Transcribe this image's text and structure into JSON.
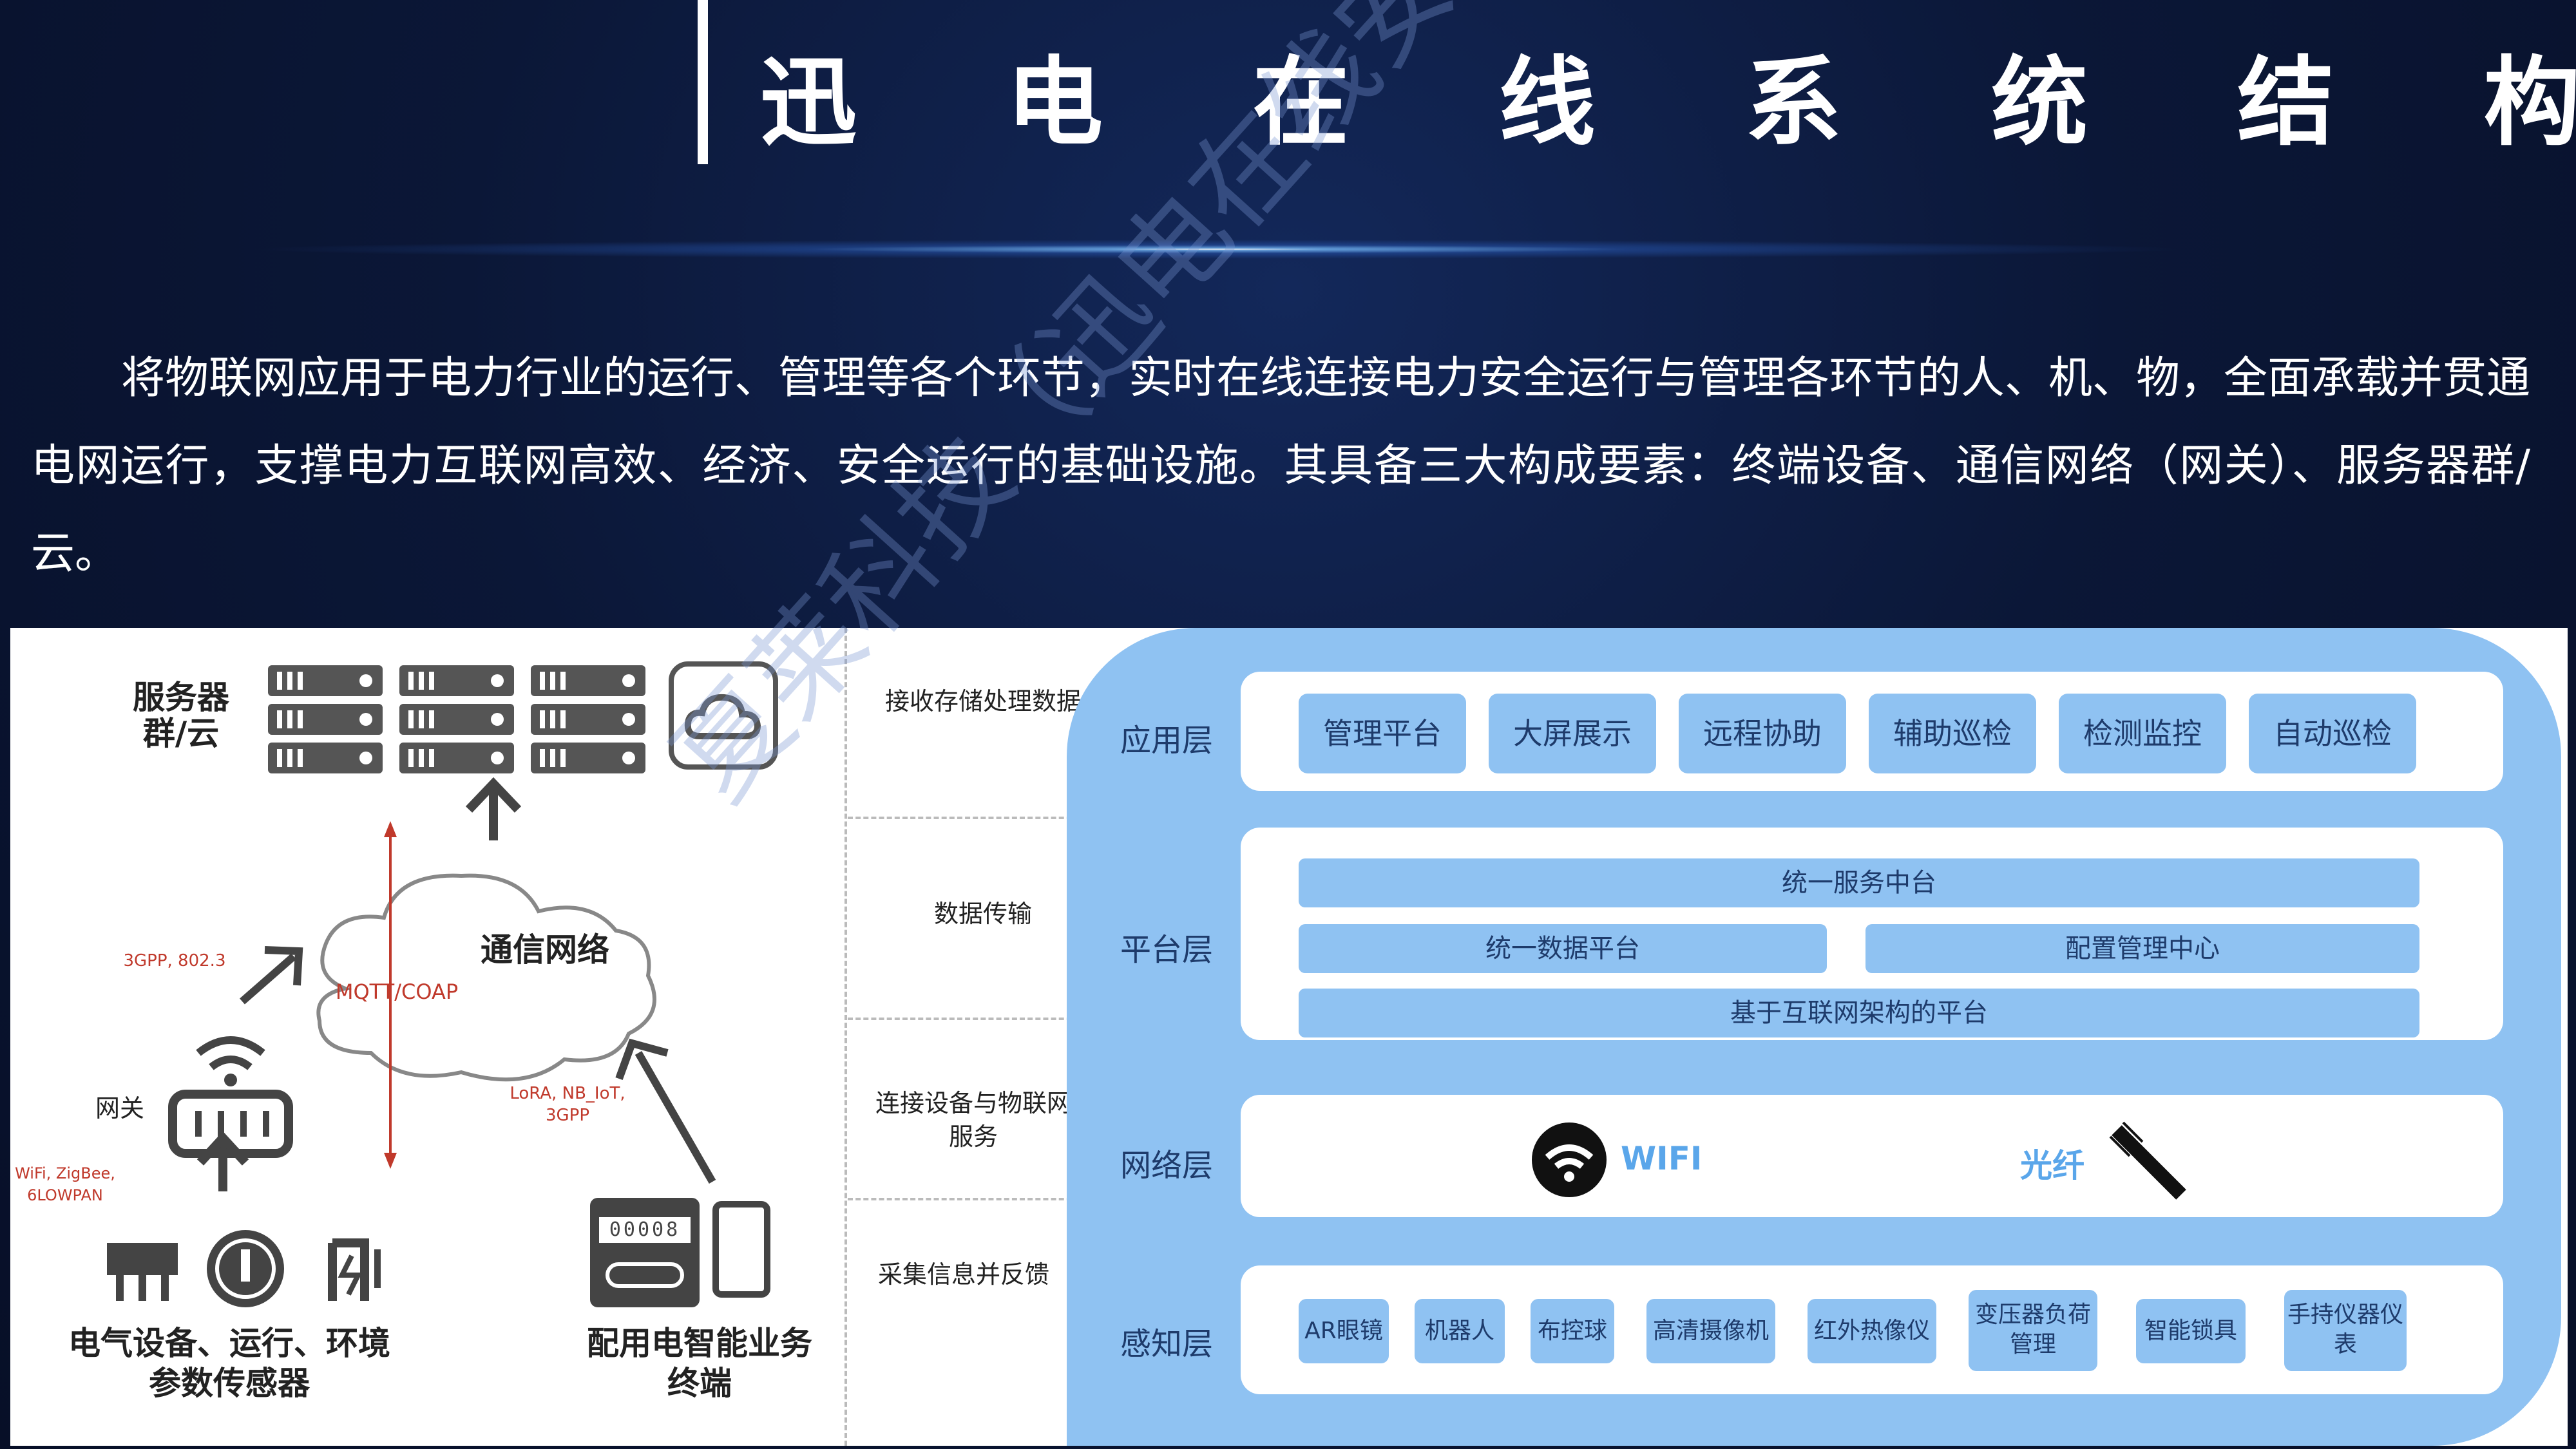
{
  "title": "迅 电 在 线 系 统 结 构",
  "intro": "将物联网应用于电力行业的运行、管理等各个环节，实时在线连接电力安全运行与管理各环节的人、机、物，全面承载并贯通电网运行，支撑电力互联网高效、经济、安全运行的基础设施。其具备三大构成要素：终端设备、通信网络（网关）、服务器群/云。",
  "left": {
    "server_label": "服务器\n群/云",
    "network_label": "通信网络",
    "protocol_top": "3GPP, 802.3",
    "protocol_mqtt": "MQTT/COAP",
    "protocol_lora": "LoRA, NB_IoT,\n3GPP",
    "gateway_label": "网关",
    "protocol_wifi": "WiFi, ZigBee,\n6LOWPAN",
    "sensor_label": "电气设备、运行、环境\n参数传感器",
    "terminal_label": "配用电智能业务\n终端",
    "meter_digits": "00008"
  },
  "side_labels": [
    "接收存储处理数据",
    "数据传输",
    "连接设备与物联网服务",
    "采集信息并反馈"
  ],
  "layers": {
    "app": {
      "label": "应用层",
      "items": [
        "管理平台",
        "大屏展示",
        "远程协助",
        "辅助巡检",
        "检测监控",
        "自动巡检"
      ]
    },
    "platform": {
      "label": "平台层",
      "top": "统一服务中台",
      "left": "统一数据平台",
      "right": "配置管理中心",
      "bottom": "基于互联网架构的平台"
    },
    "network": {
      "label": "网络层",
      "wifi": "WIFI",
      "fiber": "光纤"
    },
    "sense": {
      "label": "感知层",
      "items": [
        "AR眼镜",
        "机器人",
        "布控球",
        "高清摄像机",
        "红外热像仪",
        "变压器负荷管理",
        "智能锁具",
        "手持仪器仪表"
      ]
    }
  },
  "watermark": "夏莱科技（迅电在线安全守护）",
  "colors": {
    "bg": "#0b1737",
    "layer_blue": "#8fc2f2",
    "text_blue": "#1e3b6b",
    "arrow_red": "#c0392b"
  }
}
